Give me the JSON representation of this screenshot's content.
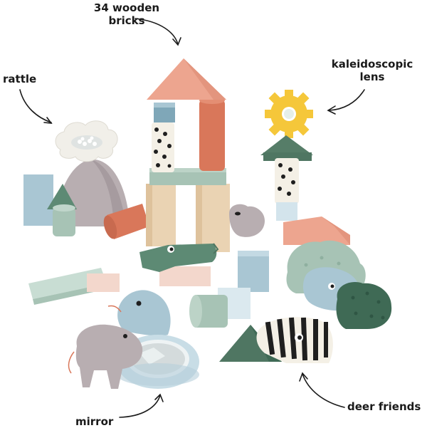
{
  "labels": {
    "bricks_line1": "34 wooden",
    "bricks_line2": "bricks",
    "rattle": "rattle",
    "lens_line1": "kaleidoscopic",
    "lens_line2": "lens",
    "deer_friends": "deer friends",
    "mirror": "mirror"
  },
  "colors": {
    "coral": "#eda58f",
    "terracotta": "#d9775a",
    "sage": "#a7c3b5",
    "mint": "#c8ddd3",
    "dusty_blue": "#a9c6d3",
    "forest_green": "#567d68",
    "dark_green": "#3f6a55",
    "yellow": "#f5c73a",
    "grey_mauve": "#b8aeb1",
    "wood": "#ead3b3",
    "cream": "#f4f0e6",
    "black": "#1f1f1f",
    "arrow": "#1a1a1a"
  }
}
